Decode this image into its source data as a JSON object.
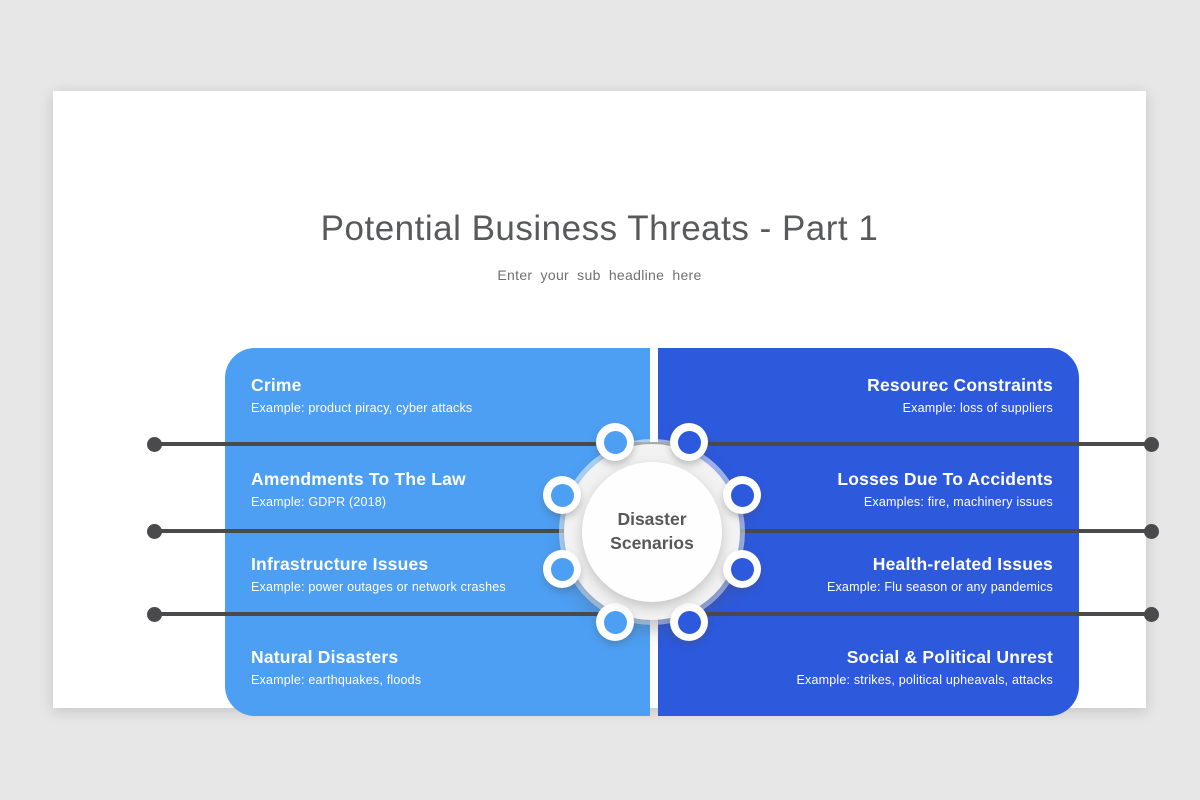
{
  "slide": {
    "title": "Potential Business Threats - Part 1",
    "subtitle": "Enter your sub headline here"
  },
  "hub": {
    "label": "Disaster Scenarios"
  },
  "left_panel": {
    "items": [
      {
        "title": "Crime",
        "example": "Example: product piracy, cyber attacks"
      },
      {
        "title": "Amendments To The Law",
        "example": "Example: GDPR (2018)"
      },
      {
        "title": "Infrastructure Issues",
        "example": "Example: power outages or network crashes"
      },
      {
        "title": "Natural Disasters",
        "example": "Example: earthquakes, floods"
      }
    ]
  },
  "right_panel": {
    "items": [
      {
        "title": "Resourec Constraints",
        "example": "Example: loss of suppliers"
      },
      {
        "title": "Losses Due To Accidents",
        "example": "Examples: fire, machinery issues"
      },
      {
        "title": "Health-related Issues",
        "example": "Example: Flu season or any pandemics"
      },
      {
        "title": "Social & Political Unrest",
        "example": "Example: strikes, political upheavals, attacks"
      }
    ]
  },
  "colors": {
    "light_blue": "#4D9FF3",
    "dark_blue": "#2D59DD",
    "connector_gray": "#4A4A4C",
    "canvas_background": "#E7E7E7",
    "slide_background": "#FFFFFF"
  }
}
